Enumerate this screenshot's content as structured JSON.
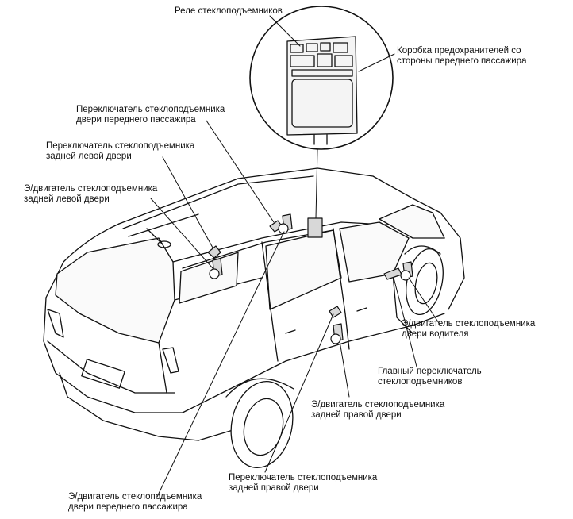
{
  "callouts": {
    "relay": {
      "lines": [
        "Реле стеклоподъемников"
      ]
    },
    "fuse_box": {
      "lines": [
        "Коробка предохранителей со",
        "стороны переднего пассажира"
      ]
    },
    "front_pass_switch": {
      "lines": [
        "Переключатель стеклоподъемника",
        "двери переднего пассажира"
      ]
    },
    "rear_left_switch": {
      "lines": [
        "Переключатель стеклоподъемника",
        "задней левой двери"
      ]
    },
    "rear_left_motor": {
      "lines": [
        "Э/двигатель стеклоподъемника",
        "задней левой двери"
      ]
    },
    "driver_motor": {
      "lines": [
        "Э/двигатель стеклоподъемника",
        "двери водителя"
      ]
    },
    "main_switch": {
      "lines": [
        "Главный переключатель",
        "стеклоподъемников"
      ]
    },
    "rear_right_motor": {
      "lines": [
        "Э/двигатель стеклоподъемника",
        "задней правой двери"
      ]
    },
    "rear_right_switch": {
      "lines": [
        "Переключатель стеклоподъемника",
        "задней правой двери"
      ]
    },
    "front_pass_motor": {
      "lines": [
        "Э/двигатель стеклоподъемника",
        "двери переднего пассажира"
      ]
    }
  },
  "colors": {
    "ink": "#111111",
    "paper": "#ffffff",
    "shade": "#d8d8d8"
  }
}
